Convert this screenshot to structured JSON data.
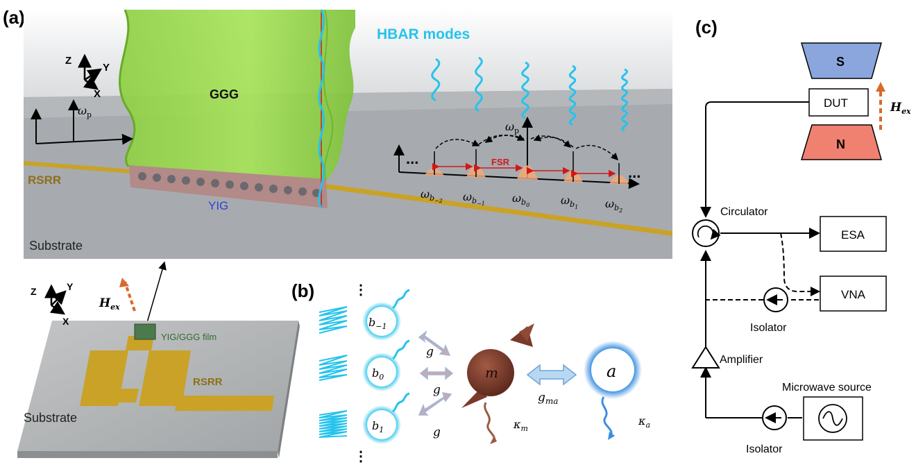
{
  "panels": {
    "a": {
      "label": "(a)"
    },
    "b": {
      "label": "(b)"
    },
    "c": {
      "label": "(c)"
    }
  },
  "panel_a": {
    "hbar_label": "HBAR modes",
    "ggg_label": "GGG",
    "yig_label": "YIG",
    "rsrr_label": "RSRR",
    "substrate_label": "Substrate",
    "axis_z": "Z",
    "axis_y": "Y",
    "axis_x": "X",
    "omega_p": "ω",
    "omega_p_sub": "p",
    "fsr_label": "FSR",
    "ellipsis": "...",
    "modes": [
      {
        "base": "ω",
        "sub": "b",
        "subsub": "−2"
      },
      {
        "base": "ω",
        "sub": "b",
        "subsub": "−1"
      },
      {
        "base": "ω",
        "sub": "b",
        "subsub": "0"
      },
      {
        "base": "ω",
        "sub": "b",
        "subsub": "1"
      },
      {
        "base": "ω",
        "sub": "b",
        "subsub": "2"
      }
    ]
  },
  "device": {
    "axis_z": "Z",
    "axis_y": "Y",
    "axis_x": "X",
    "hex_label": "H",
    "hex_sub": "ex",
    "film_label": "YIG/GGG film",
    "rsrr_label": "RSRR",
    "substrate_label": "Substrate"
  },
  "panel_b": {
    "phonons": [
      {
        "base": "b",
        "sub": "−1"
      },
      {
        "base": "b",
        "sub": "0"
      },
      {
        "base": "b",
        "sub": "1"
      }
    ],
    "g_label": "g",
    "magnon_label": "m",
    "photon_label": "a",
    "gma_base": "g",
    "gma_sub": "ma",
    "kappa_m_base": "κ",
    "kappa_m_sub": "m",
    "kappa_a_base": "κ",
    "kappa_a_sub": "a"
  },
  "panel_c": {
    "s_label": "S",
    "n_label": "N",
    "dut_label": "DUT",
    "hex_label": "H",
    "hex_sub": "ex",
    "circulator_label": "Circulator",
    "esa_label": "ESA",
    "vna_label": "VNA",
    "isolator_label": "Isolator",
    "amplifier_label": "Amplifier",
    "source_label": "Microwave source",
    "isolator2_label": "Isolator"
  },
  "colors": {
    "hbar_cyan": "#25c3ec",
    "ggg_green": "#9bdc4a",
    "rsrr_gold": "#c9a227",
    "yig_blue": "#2f3fd6",
    "s_blue": "#8aa6dd",
    "n_red": "#f08170",
    "hex_orange": "#d9692a",
    "magnon_brown": "#7a3a2a",
    "fsr_red": "#d01818"
  }
}
